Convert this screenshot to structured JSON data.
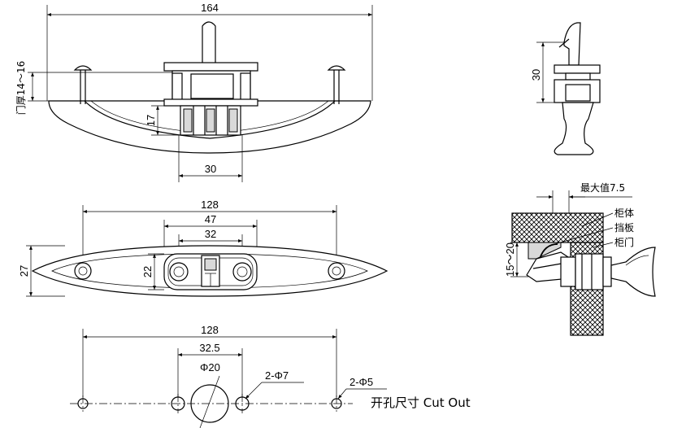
{
  "front_view": {
    "dim_width": "164",
    "dim_thickness": "门厚14～16",
    "dim_height": "17",
    "dim_base": "30"
  },
  "side_view": {
    "dim_height": "30"
  },
  "top_view": {
    "dim_overall": "128",
    "dim_plate": "47",
    "dim_inner": "32",
    "dim_height": "27",
    "dim_plate_height": "22"
  },
  "install_view": {
    "max_label": "最大值7.5",
    "label_cabinet": "柜体",
    "label_plate": "挡板",
    "label_door": "柜门",
    "dim_range": "15～20"
  },
  "cutout": {
    "dim_overall": "128",
    "dim_center": "32.5",
    "dim_hole_large": "Φ20",
    "dim_hole_mid": "2-Φ7",
    "dim_hole_small": "2-Φ5",
    "caption": "开孔尺寸 Cut Out"
  }
}
